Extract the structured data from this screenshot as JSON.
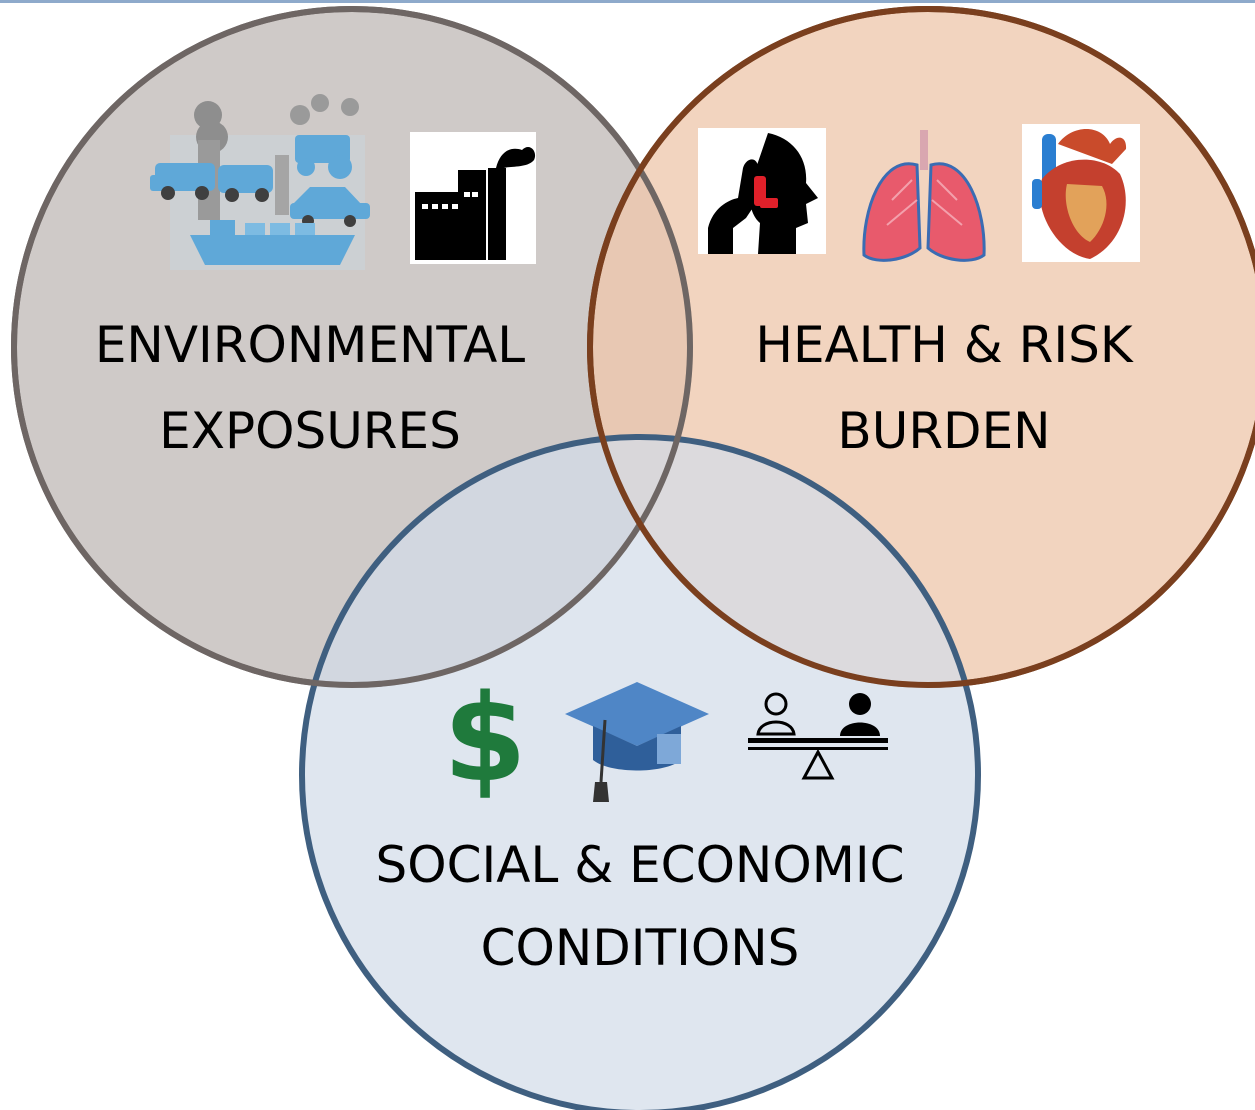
{
  "diagram": {
    "type": "venn",
    "circles": [
      {
        "id": "environmental",
        "label_lines": [
          "ENVIRONMENTAL",
          "EXPOSURES"
        ],
        "fill": "#cbc5c3",
        "stroke": "#6e6664",
        "icons": [
          "pollution-traffic-icon",
          "factory-smokestack-icon"
        ]
      },
      {
        "id": "health",
        "label_lines": [
          "HEALTH & RISK",
          "BURDEN"
        ],
        "fill": "#eec8ad",
        "stroke": "#7a3f1e",
        "icons": [
          "asthma-inhaler-icon",
          "lungs-icon",
          "heart-icon"
        ]
      },
      {
        "id": "social",
        "label_lines": [
          "SOCIAL & ECONOMIC",
          "CONDITIONS"
        ],
        "fill": "#d3dde9",
        "stroke": "#3f5f80",
        "icons": [
          "dollar-sign-icon",
          "graduation-cap-icon",
          "inequality-scale-icon"
        ]
      }
    ]
  },
  "colors": {
    "top_rule": "#8eaacb",
    "dollar": "#1f7a3c",
    "cap": "#4f86c6"
  }
}
